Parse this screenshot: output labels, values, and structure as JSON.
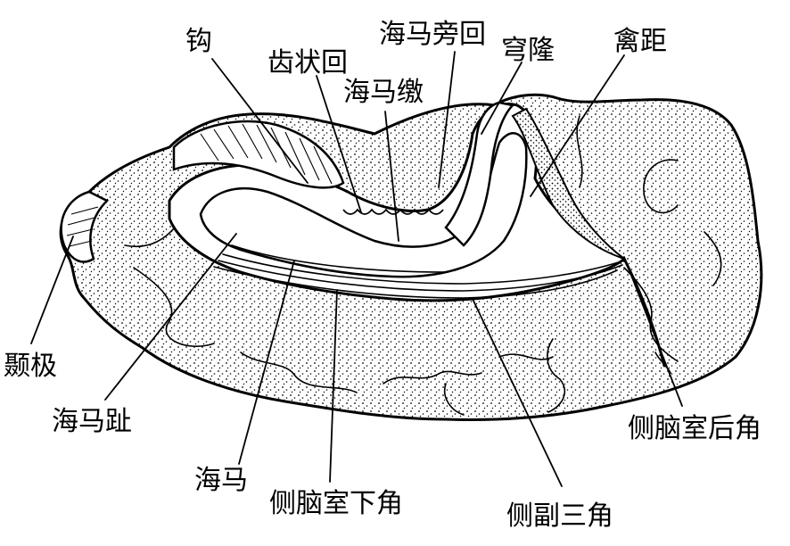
{
  "labels": {
    "gou": "钩",
    "chizhuanghui": "齿状回",
    "haimapanghui": "海马旁回",
    "qionglong": "穹隆",
    "haimazhi": "海马缴",
    "qinju": "禽距",
    "nieji": "颞极",
    "haimazhi2": "海马趾",
    "haima": "海马",
    "celunaoshixiajiao": "侧脑室下角",
    "celunaoshihoujiao": "侧脑室后角",
    "cefusanjiao": "侧副三角"
  }
}
